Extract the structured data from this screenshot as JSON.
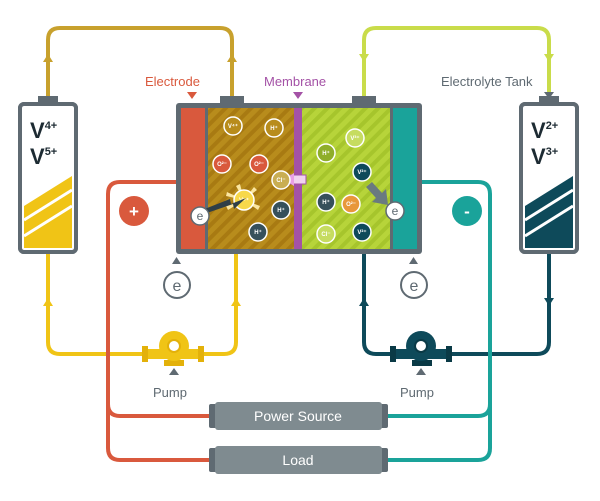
{
  "labels": {
    "electrode": "Electrode",
    "membrane": "Membrane",
    "electrolyte_tank": "Electrolyte Tank",
    "pump_left": "Pump",
    "pump_right": "Pump",
    "power_source": "Power Source",
    "load": "Load"
  },
  "tanks": {
    "left": {
      "line1_base": "V",
      "line1_sup": "4+",
      "line2_base": "V",
      "line2_sup": "5+"
    },
    "right": {
      "line1_base": "V",
      "line1_sup": "2+",
      "line2_base": "V",
      "line2_sup": "3+"
    }
  },
  "terminals": {
    "positive": "+",
    "negative": "-"
  },
  "electron": "e",
  "ions": {
    "v4": "V⁴⁺",
    "v5": "V⁵⁺",
    "h": "H⁺",
    "o2": "O²⁻",
    "cl": "Cl⁻",
    "v2": "V²⁺",
    "v3": "V³⁺"
  },
  "colors": {
    "positive_circuit": "#d9593d",
    "negative_circuit": "#1aa39a",
    "positive_electrolyte": "#f0c416",
    "negative_electrolyte": "#0e4a5a",
    "left_pipe_top": "#c8a12d",
    "right_pipe_top": "#c9dc4a",
    "membrane": "#a452a6",
    "cell_frame": "#5f6a72",
    "component_box": "#7f8b90"
  }
}
